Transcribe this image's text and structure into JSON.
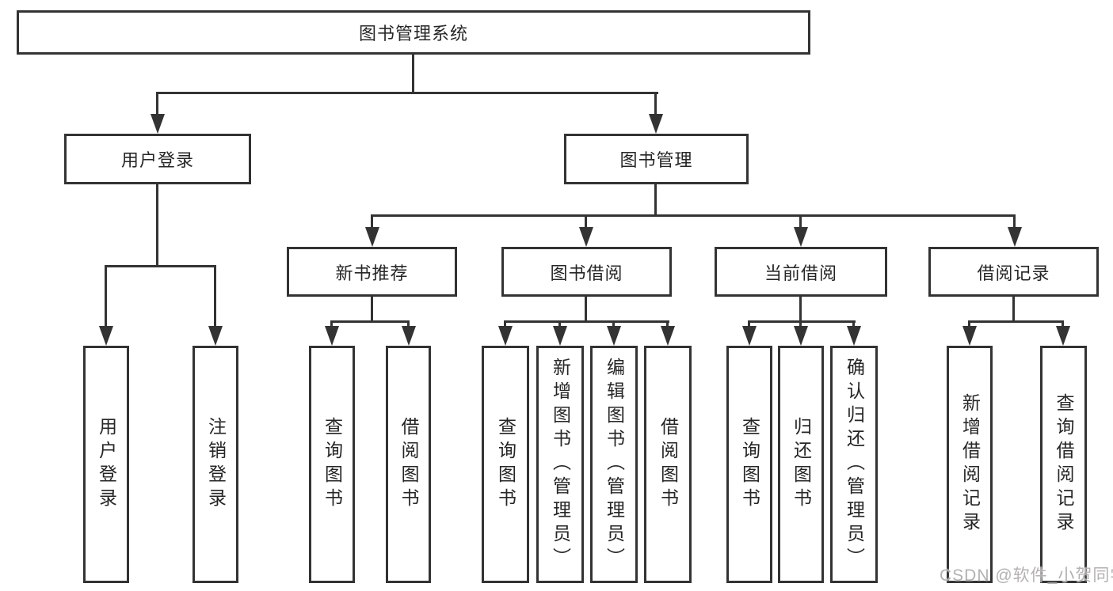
{
  "diagram": {
    "root": {
      "label": "图书管理系统"
    },
    "branches": {
      "user_login": {
        "label": "用户登录",
        "children": [
          "用户登录",
          "注销登录"
        ]
      },
      "book_management": {
        "label": "图书管理",
        "sections": [
          {
            "label": "新书推荐",
            "children": [
              "查询图书",
              "借阅图书"
            ]
          },
          {
            "label": "图书借阅",
            "children": [
              "查询图书",
              "新增图书（管理员）",
              "编辑图书（管理员）",
              "借阅图书"
            ]
          },
          {
            "label": "当前借阅",
            "children": [
              "查询图书",
              "归还图书",
              "确认归还（管理员）"
            ]
          },
          {
            "label": "借阅记录",
            "children": [
              "新增借阅记录",
              "查询借阅记录"
            ]
          }
        ]
      }
    }
  },
  "watermark": {
    "text": "CSDN @软件_小贺同学"
  },
  "colors": {
    "line": "#333333",
    "text": "#262626",
    "watermark": "#b3b1b1",
    "background": "#ffffff"
  }
}
